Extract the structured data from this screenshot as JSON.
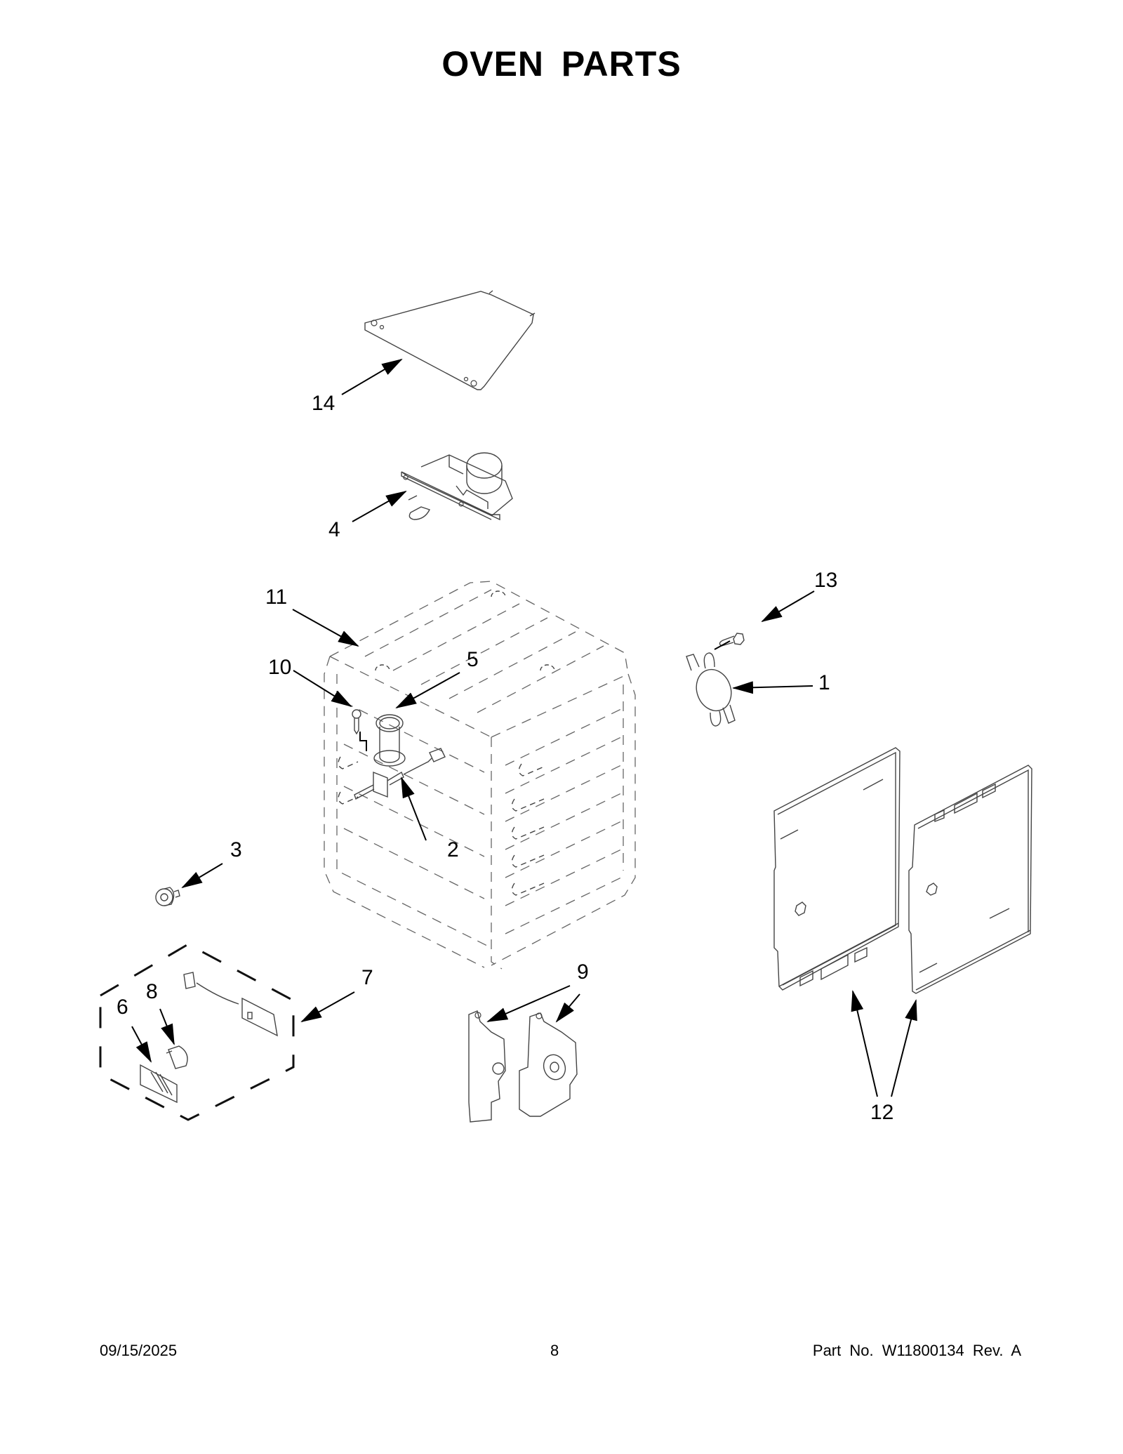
{
  "page": {
    "title": "OVEN PARTS"
  },
  "callouts": [
    {
      "id": "1",
      "label": "1",
      "part": "thermal-fuse"
    },
    {
      "id": "2",
      "label": "2",
      "part": "temperature-sensor"
    },
    {
      "id": "3",
      "label": "3",
      "part": "door-bumper"
    },
    {
      "id": "4",
      "label": "4",
      "part": "door-latch-assembly"
    },
    {
      "id": "5",
      "label": "5",
      "part": "vent-tube"
    },
    {
      "id": "6",
      "label": "6",
      "part": "light-lens"
    },
    {
      "id": "7",
      "label": "7",
      "part": "oven-light-kit"
    },
    {
      "id": "8",
      "label": "8",
      "part": "light-bulb"
    },
    {
      "id": "9",
      "label": "9",
      "part": "door-hinges"
    },
    {
      "id": "10",
      "label": "10",
      "part": "screw"
    },
    {
      "id": "11",
      "label": "11",
      "part": "oven-cavity"
    },
    {
      "id": "12",
      "label": "12",
      "part": "side-panels"
    },
    {
      "id": "13",
      "label": "13",
      "part": "screw"
    },
    {
      "id": "14",
      "label": "14",
      "part": "heat-shield"
    }
  ],
  "footer": {
    "date": "09/15/2025",
    "page_number": "8",
    "part_number": "Part No.  W11800134  Rev.  A"
  }
}
